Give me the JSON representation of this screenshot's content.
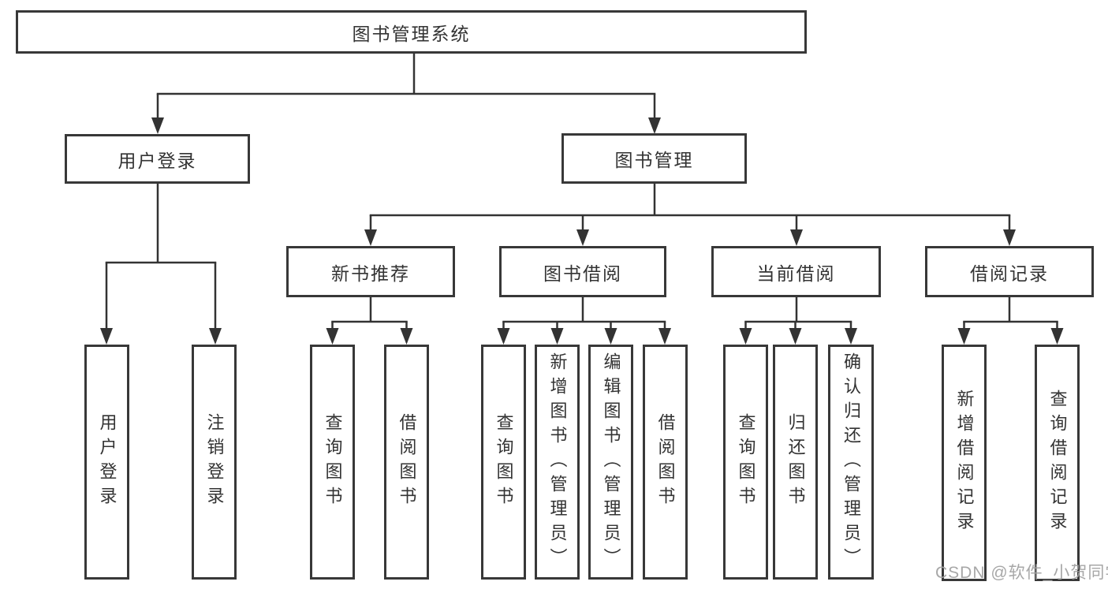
{
  "tree": {
    "root": {
      "label": "图书管理系统"
    },
    "branches": [
      {
        "label": "用户登录",
        "children": [
          {
            "label": "用户登录"
          },
          {
            "label": "注销登录"
          }
        ]
      },
      {
        "label": "图书管理",
        "groups": [
          {
            "label": "新书推荐",
            "children": [
              {
                "label": "查询图书"
              },
              {
                "label": "借阅图书"
              }
            ]
          },
          {
            "label": "图书借阅",
            "children": [
              {
                "label": "查询图书"
              },
              {
                "label": "新增图书（管理员）"
              },
              {
                "label": "编辑图书（管理员）"
              },
              {
                "label": "借阅图书"
              }
            ]
          },
          {
            "label": "当前借阅",
            "children": [
              {
                "label": "查询图书"
              },
              {
                "label": "归还图书"
              },
              {
                "label": "确认归还（管理员）"
              }
            ]
          },
          {
            "label": "借阅记录",
            "children": [
              {
                "label": "新增借阅记录"
              },
              {
                "label": "查询借阅记录"
              }
            ]
          }
        ]
      }
    ]
  },
  "watermark": "CSDN @软件_小贺同学",
  "colors": {
    "line": "#333333",
    "box_border": "#383838",
    "text": "#333333",
    "background": "#ffffff",
    "watermark": "#a2a2a2"
  }
}
